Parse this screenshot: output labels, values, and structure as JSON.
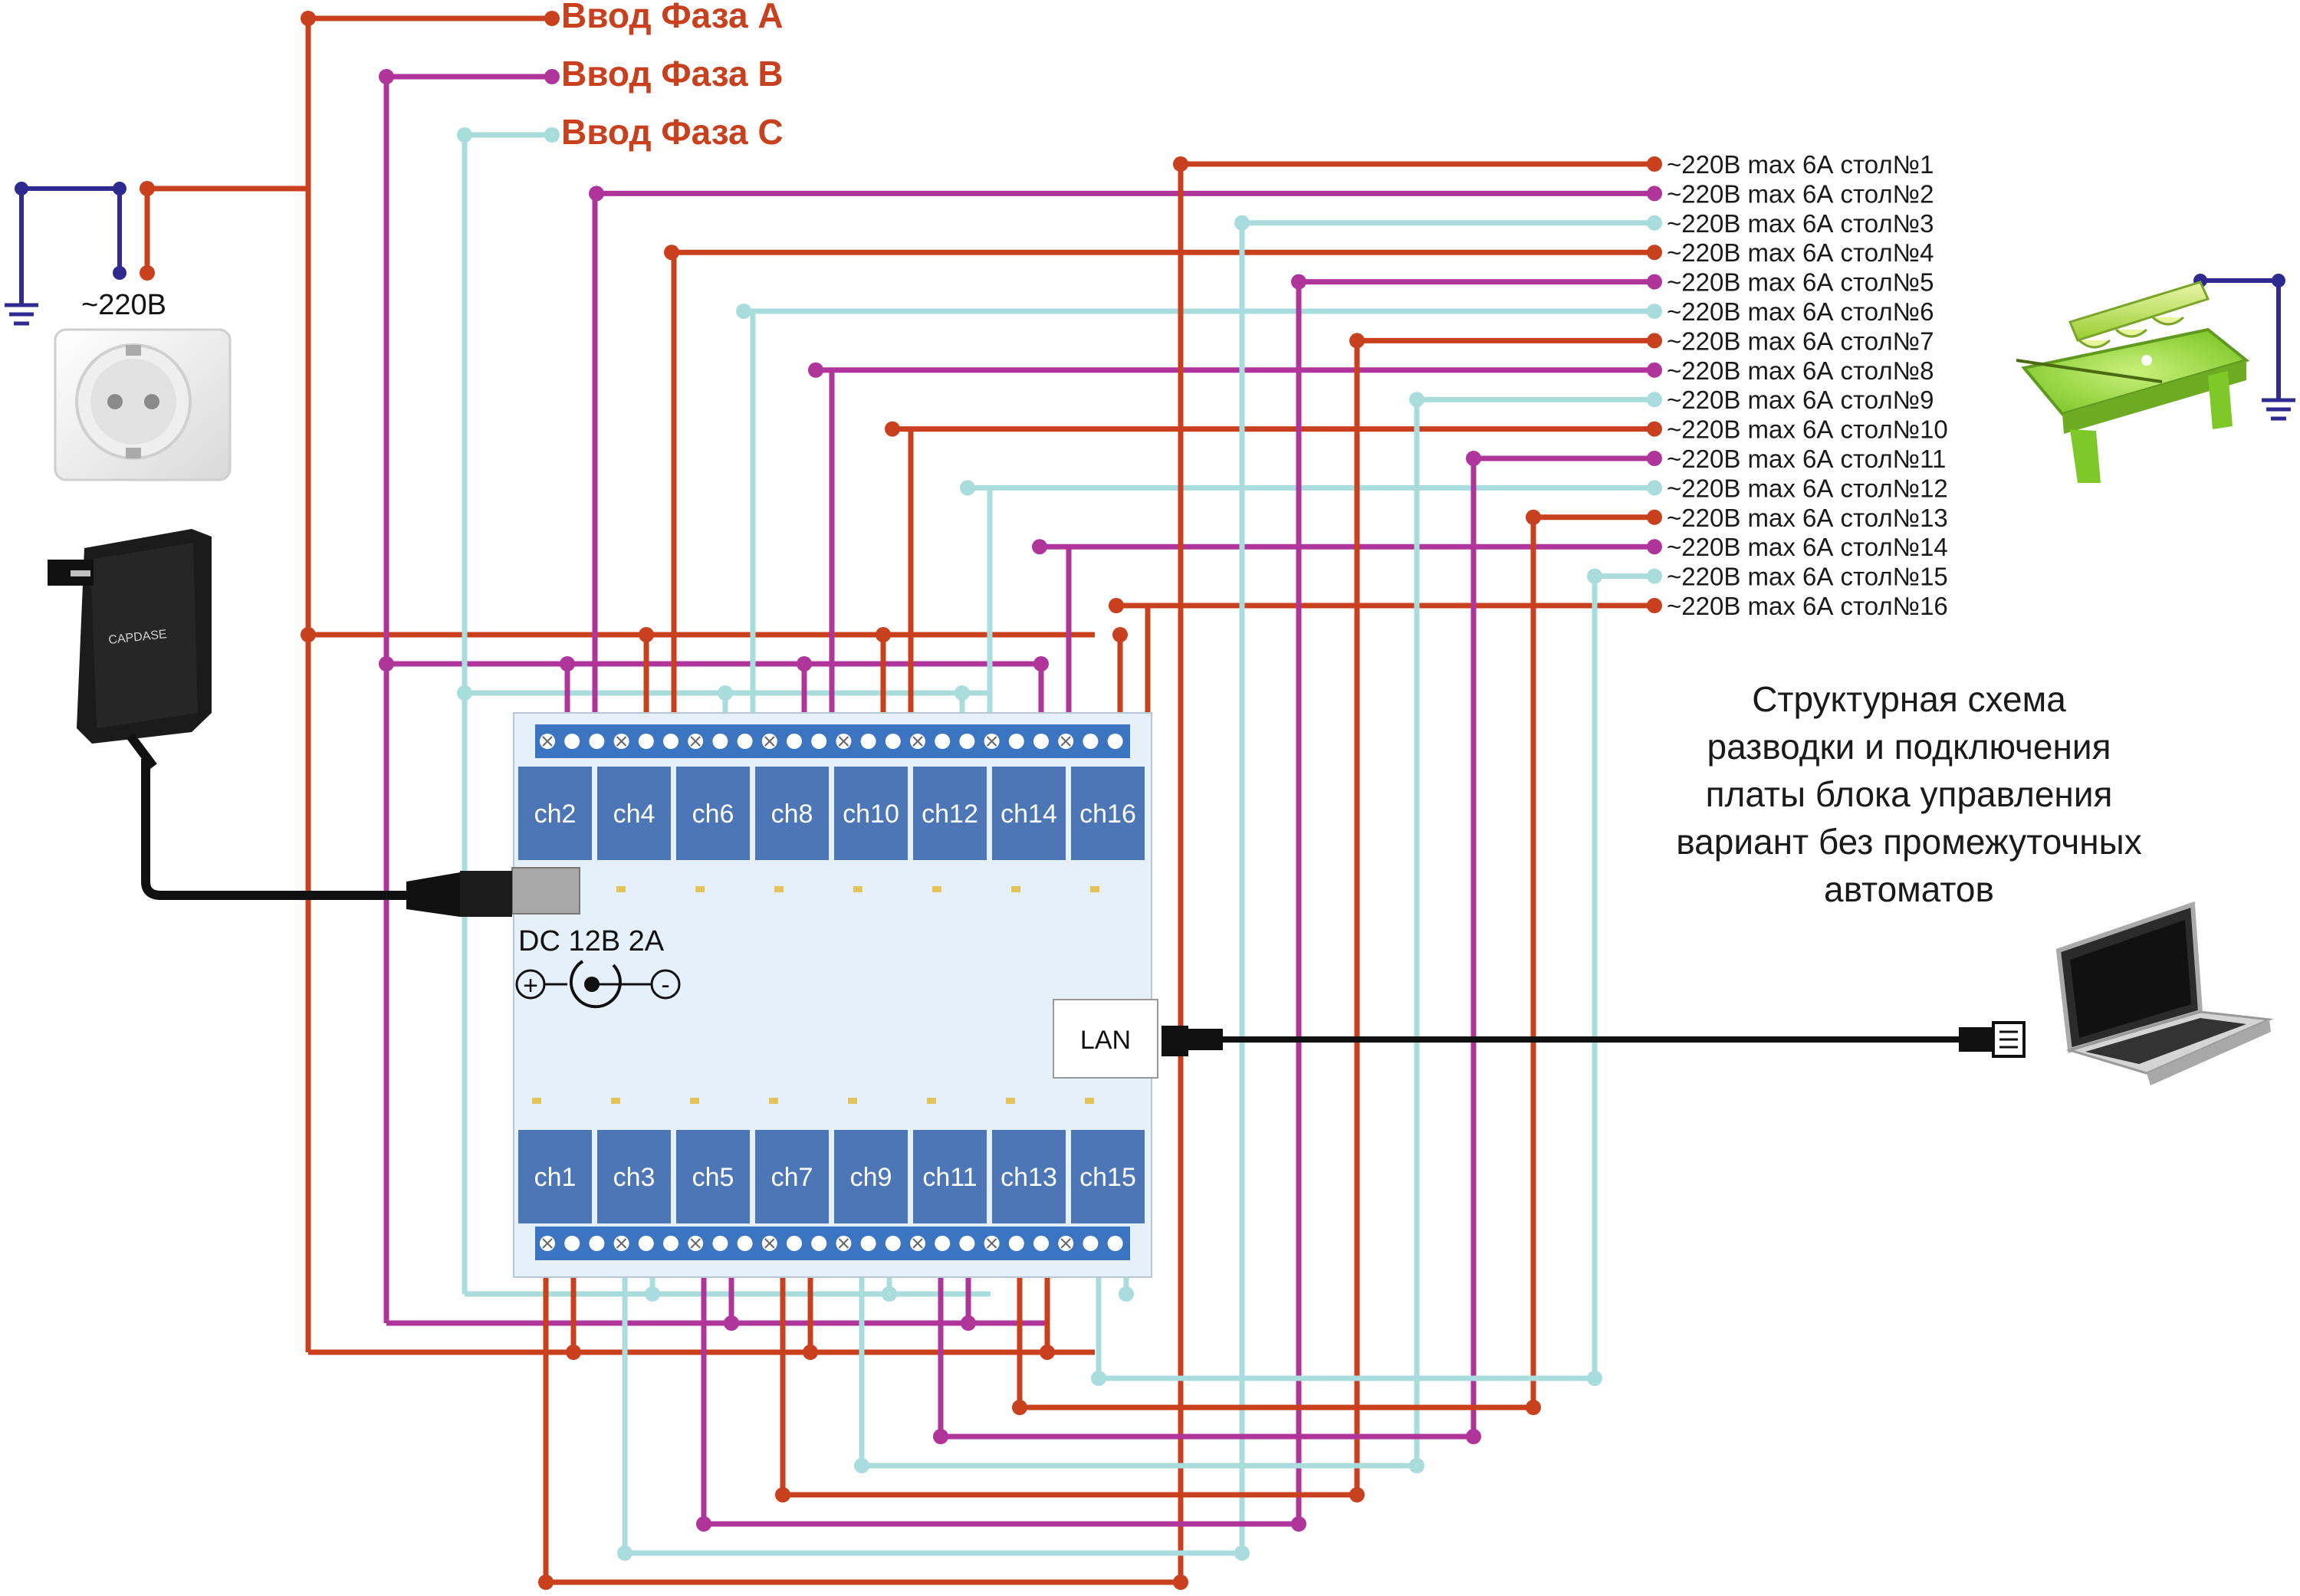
{
  "phases": [
    {
      "label": "Ввод Фаза A",
      "color": "#c8401d"
    },
    {
      "label": "Ввод Фаза B",
      "color": "#b0359a"
    },
    {
      "label": "Ввод Фаза C",
      "color": "#a9dcdc"
    }
  ],
  "socket_label": "~220В",
  "tables": [
    "~220В max 6А стол№1",
    "~220В max 6А стол№2",
    "~220В max 6А стол№3",
    "~220В max 6А стол№4",
    "~220В max 6А стол№5",
    "~220В max 6А стол№6",
    "~220В max 6А стол№7",
    "~220В max 6А стол№8",
    "~220В max 6А стол№9",
    "~220В max 6А стол№10",
    "~220В max 6А стол№11",
    "~220В max 6А стол№12",
    "~220В max 6А стол№13",
    "~220В max 6А стол№14",
    "~220В max 6А стол№15",
    "~220В max 6А стол№16"
  ],
  "table_phase": [
    0,
    1,
    2,
    0,
    1,
    2,
    0,
    1,
    2,
    0,
    1,
    2,
    0,
    1,
    2,
    0
  ],
  "channels_top": [
    "ch2",
    "ch4",
    "ch6",
    "ch8",
    "ch10",
    "ch12",
    "ch14",
    "ch16"
  ],
  "channels_bottom": [
    "ch1",
    "ch3",
    "ch5",
    "ch7",
    "ch9",
    "ch11",
    "ch13",
    "ch15"
  ],
  "power": {
    "label": "DC 12В 2А",
    "plus": "+",
    "minus": "-"
  },
  "lan_label": "LAN",
  "adapter_brand": "CAPDASE",
  "caption": [
    "Структурная схема",
    "разводки и подключения",
    "платы блока управления",
    "вариант без промежуточных",
    "автоматов"
  ],
  "colors": {
    "board": "#e6f0fa",
    "relay": "#4d76b6",
    "ground": "#2e2a8f"
  }
}
